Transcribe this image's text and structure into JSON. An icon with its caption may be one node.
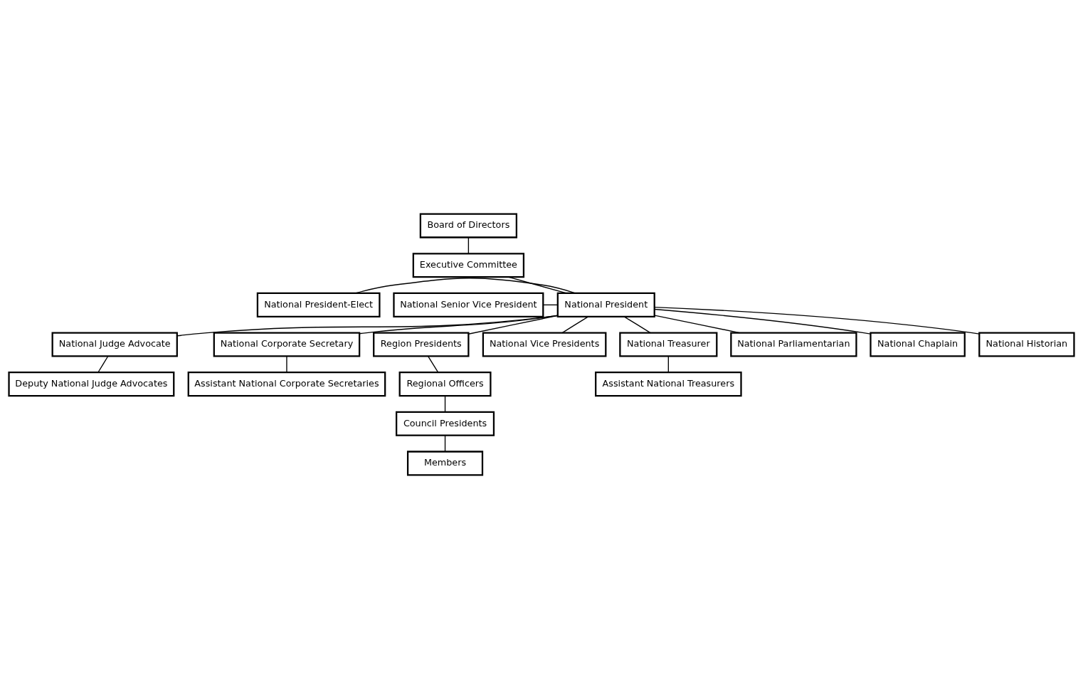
{
  "diagram": {
    "nodes": [
      {
        "text": [
          "Board of Directors"
        ]
      },
      {
        "text": [
          "Executive Committee"
        ]
      },
      {
        "text": [
          "National President-Elect"
        ]
      },
      {
        "text": [
          "National Senior Vice President"
        ]
      },
      {
        "text": [
          "National President"
        ]
      },
      {
        "text": [
          "National Judge Advocate"
        ]
      },
      {
        "text": [
          "National Corporate Secretary"
        ]
      },
      {
        "text": [
          "Region Presidents"
        ]
      },
      {
        "text": [
          "National Vice Presidents"
        ]
      },
      {
        "text": [
          "National Treasurer"
        ]
      },
      {
        "text": [
          "Deputy National Judge Advocates"
        ]
      },
      {
        "text": [
          "Assistant National Corporate Secretaries"
        ]
      },
      {
        "text": [
          "Regional Officers"
        ]
      },
      {
        "text": [
          "Assistant National Treasurers"
        ]
      },
      {
        "text": [
          "Council Presidents"
        ]
      },
      {
        "text": [
          "Members"
        ]
      },
      {
        "text": [
          "National Parliamentarian"
        ]
      },
      {
        "text": [
          "National Chaplain"
        ]
      },
      {
        "text": [
          "National Historian"
        ]
      }
    ],
    "edges": [
      {
        "from": 0,
        "to": 1,
        "arrow": "none"
      },
      {
        "from": 1,
        "to": 4,
        "arrow": "none"
      },
      {
        "from": 2,
        "to": 4,
        "arrow": "none"
      },
      {
        "from": 4,
        "to": 3,
        "arrow": "none"
      },
      {
        "from": 4,
        "to": 5,
        "arrow": "none"
      },
      {
        "from": 4,
        "to": 6,
        "arrow": "none"
      },
      {
        "from": 4,
        "to": 17,
        "arrow": "none"
      },
      {
        "from": 4,
        "to": 18,
        "arrow": "none"
      },
      {
        "from": 4,
        "to": 7,
        "arrow": "none"
      },
      {
        "from": 4,
        "to": 8,
        "arrow": "none"
      },
      {
        "from": 4,
        "to": 9,
        "arrow": "none"
      },
      {
        "from": 4,
        "to": 16,
        "arrow": "none"
      },
      {
        "from": 5,
        "to": 10,
        "arrow": "none"
      },
      {
        "from": 6,
        "to": 11,
        "arrow": "none"
      },
      {
        "from": 9,
        "to": 13,
        "arrow": "none"
      },
      {
        "from": 7,
        "to": 12,
        "arrow": "none"
      },
      {
        "from": 12,
        "to": 14,
        "arrow": "none"
      },
      {
        "from": 14,
        "to": 15,
        "arrow": "none"
      }
    ]
  }
}
